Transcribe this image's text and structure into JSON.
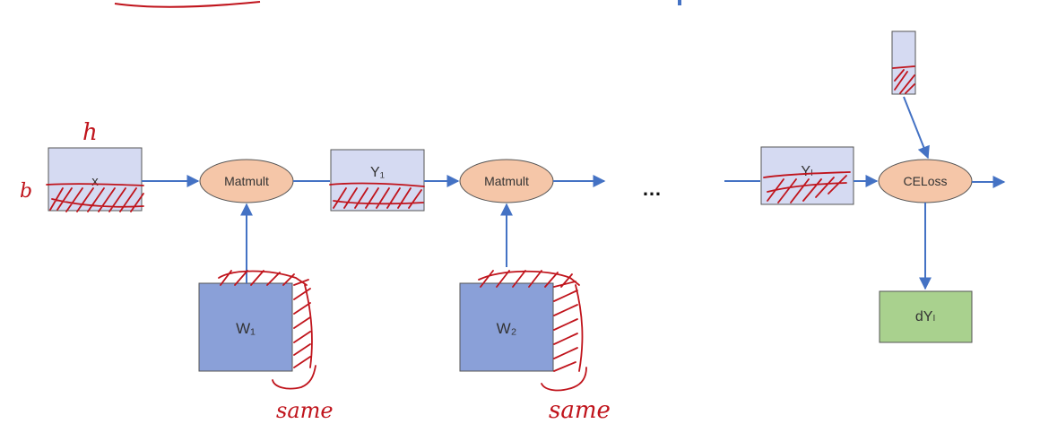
{
  "diagram": {
    "input_label": "x",
    "matmult_1_label": "Matmult",
    "matmult_2_label": "Matmult",
    "y1_label": "Y₁",
    "yl_label": "Yₗ",
    "loss_label": "CELoss",
    "w1_label": "W₁",
    "w2_label": "W₂",
    "grad_label": "dYₗ",
    "ellipsis": "…"
  },
  "annotations": {
    "h_label": "h",
    "b_label": "b",
    "same_1": "same",
    "same_2": "same"
  },
  "colors": {
    "tensor_fill": "#d5daf2",
    "weight_fill": "#8aa0d8",
    "op_fill": "#f5c6a8",
    "grad_fill": "#a9d18e",
    "edge": "#4472c4",
    "ink": "#c0141c"
  }
}
